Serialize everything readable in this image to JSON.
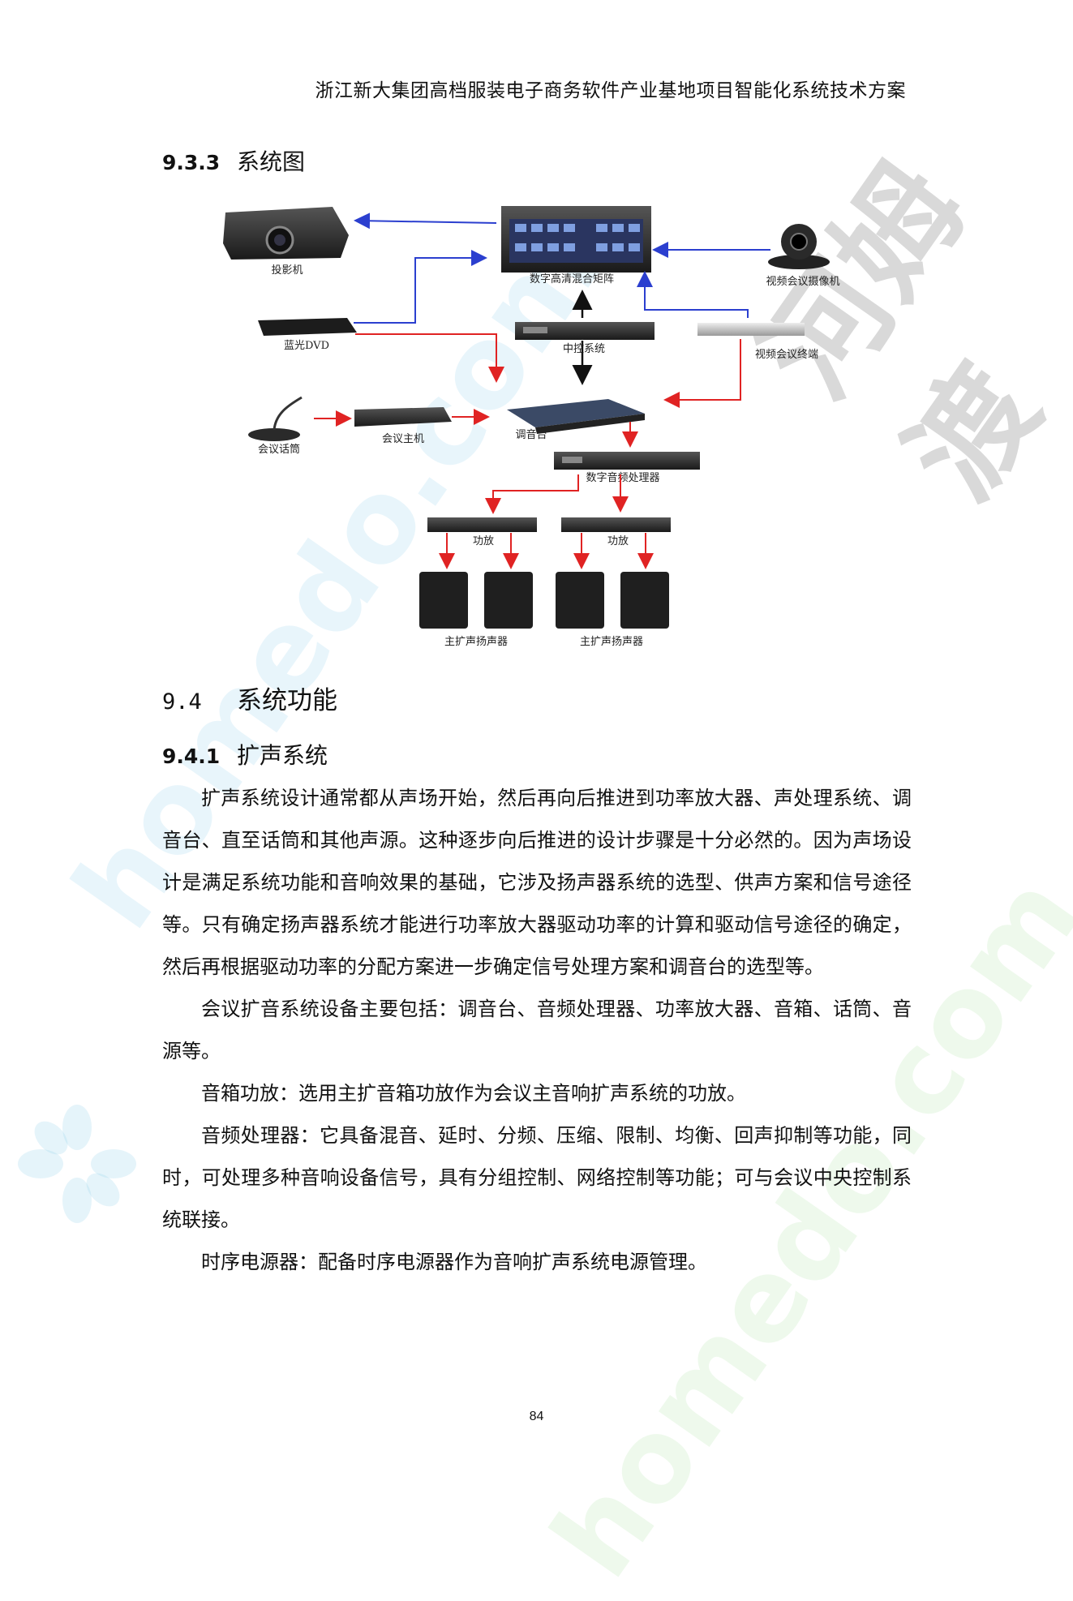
{
  "header": {
    "title": "浙江新大集团高档服装电子商务软件产业基地项目智能化系统技术方案"
  },
  "section_933": {
    "number": "9.3.3",
    "title": "系统图"
  },
  "diagram": {
    "labels": {
      "projector": "投影机",
      "matrix": "数字高清混合矩阵",
      "camera": "视频会议摄像机",
      "bluray": "蓝光DVD",
      "central_control": "中控系统",
      "vc_terminal": "视频会议终端",
      "conf_mic": "会议话筒",
      "conf_host": "会议主机",
      "mixer": "调音台",
      "dsp": "数字音频处理器",
      "amp_left": "功放",
      "amp_right": "功放",
      "speakers_left": "主扩声扬声器",
      "speakers_right": "主扩声扬声器"
    },
    "colors": {
      "video_line": "#2b3fcf",
      "audio_line": "#e02323",
      "control_line": "#111111"
    }
  },
  "section_94": {
    "number": "9.4",
    "title": "系统功能"
  },
  "section_941": {
    "number": "9.4.1",
    "title": "扩声系统"
  },
  "paragraphs": [
    "扩声系统设计通常都从声场开始，然后再向后推进到功率放大器、声处理系统、调音台、直至话筒和其他声源。这种逐步向后推进的设计步骤是十分必然的。因为声场设计是满足系统功能和音响效果的基础，它涉及扬声器系统的选型、供声方案和信号途径等。只有确定扬声器系统才能进行功率放大器驱动功率的计算和驱动信号途径的确定，然后再根据驱动功率的分配方案进一步确定信号处理方案和调音台的选型等。",
    "会议扩音系统设备主要包括：调音台、音频处理器、功率放大器、音箱、话筒、音源等。",
    "音箱功放：选用主扩音箱功放作为会议主音响扩声系统的功放。",
    "音频处理器：它具备混音、延时、分频、压缩、限制、均衡、回声抑制等功能，同时，可处理多种音响设备信号，具有分组控制、网络控制等功能；可与会议中央控制系统联接。",
    "时序电源器：配备时序电源器作为音响扩声系统电源管理。"
  ],
  "watermark": {
    "text_en": "homedo.com",
    "text_cn": "河姆渡"
  },
  "page_number": "84"
}
